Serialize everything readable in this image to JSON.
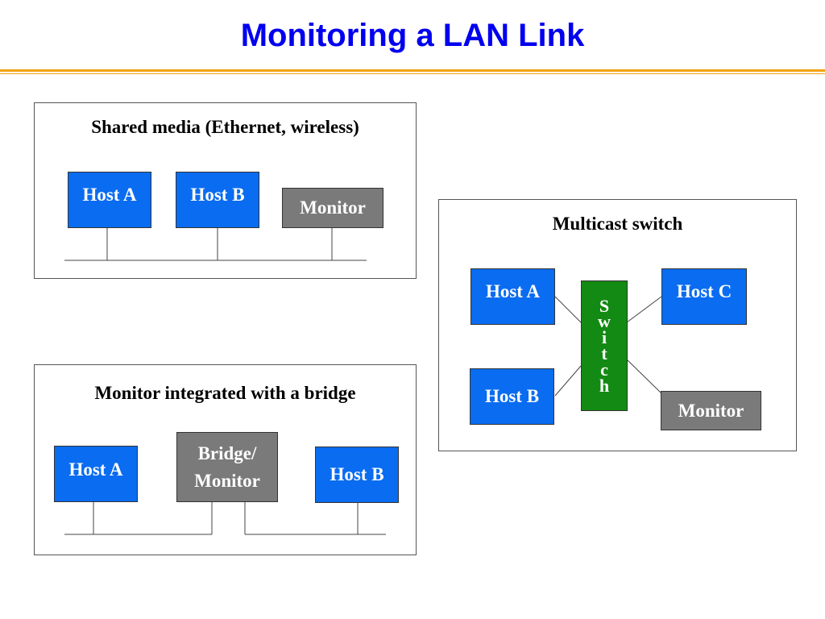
{
  "title": "Monitoring a LAN Link",
  "colors": {
    "host": "#0a6cf0",
    "monitor": "#7a7a7a",
    "switch": "#138a13",
    "title": "#0000ee",
    "rule": "#f2a20f"
  },
  "shared": {
    "title": "Shared media (Ethernet, wireless)",
    "host_a": "Host A",
    "host_b": "Host B",
    "monitor": "Monitor"
  },
  "bridge": {
    "title": "Monitor integrated with a bridge",
    "host_a": "Host A",
    "bridge_line1": "Bridge/",
    "bridge_line2": "Monitor",
    "host_b": "Host B"
  },
  "multicast": {
    "title": "Multicast switch",
    "host_a": "Host A",
    "host_b": "Host B",
    "host_c": "Host C",
    "monitor": "Monitor",
    "switch_letters": [
      "S",
      "w",
      "i",
      "t",
      "c",
      "h"
    ]
  }
}
